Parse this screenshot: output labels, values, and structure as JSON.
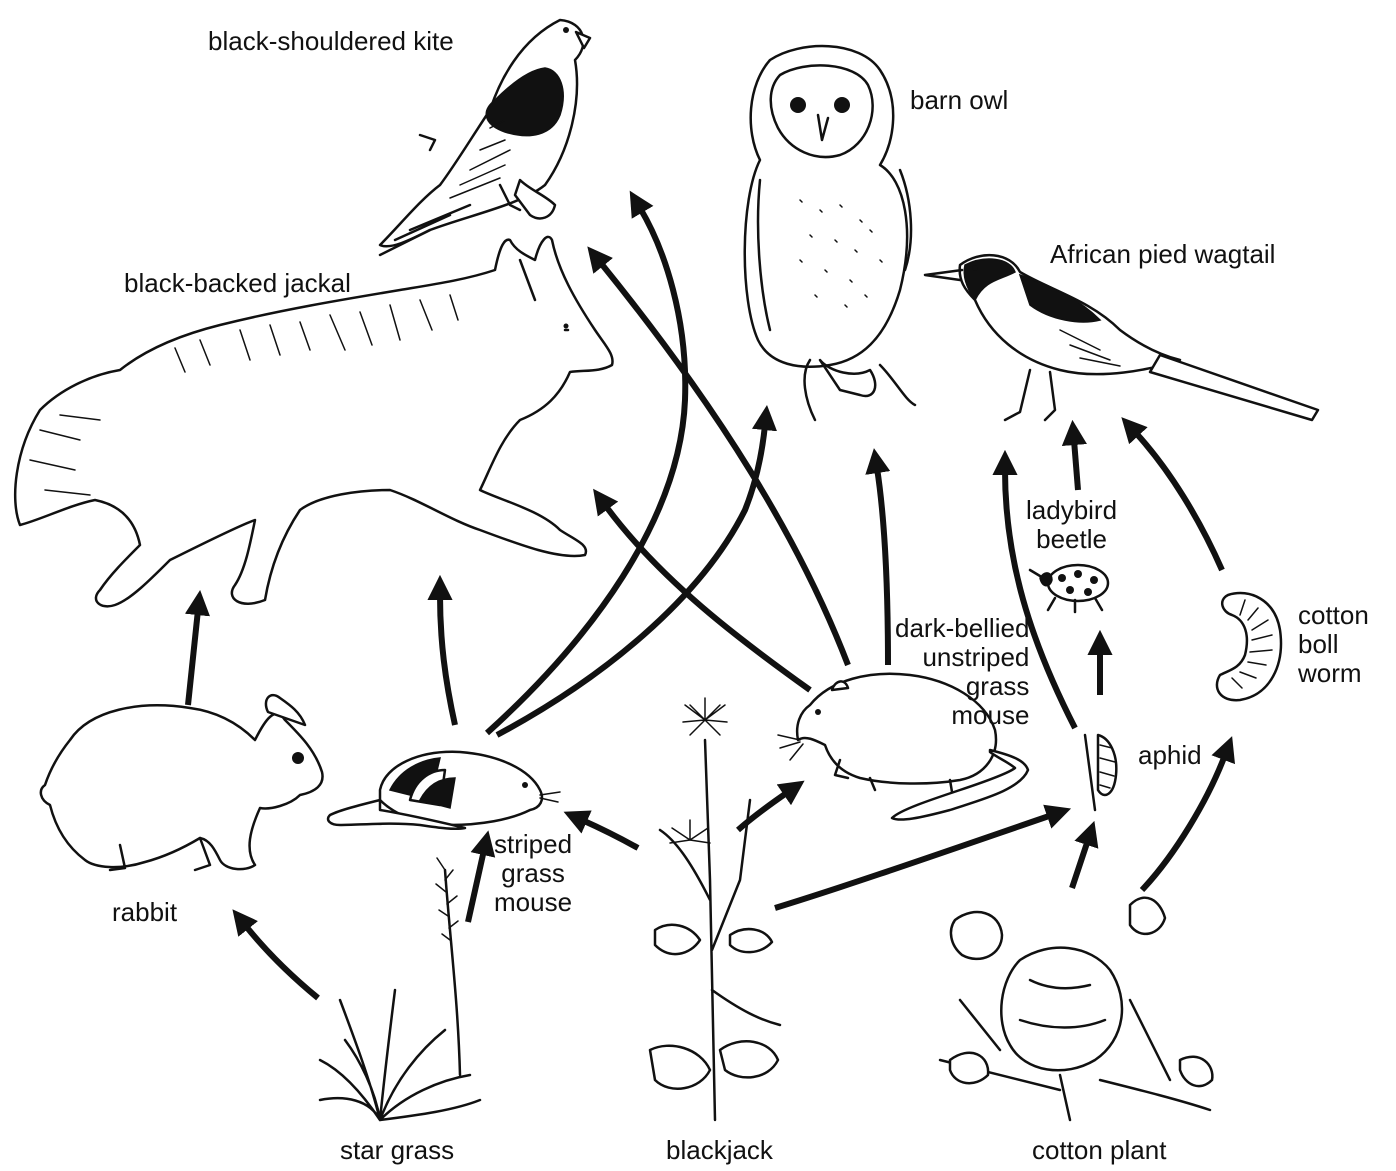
{
  "organisms": {
    "kite": "black-shouldered kite",
    "owl": "barn owl",
    "wagtail": "African pied wagtail",
    "jackal": "black-backed jackal",
    "ladybird": "ladybird\nbeetle",
    "cotton_boll_worm": "cotton\nboll\nworm",
    "dark_mouse": "dark-bellied\nunstriped\ngrass\nmouse",
    "aphid": "aphid",
    "rabbit": "rabbit",
    "striped_mouse": "striped\ngrass\nmouse",
    "star_grass": "star grass",
    "blackjack": "blackjack",
    "cotton_plant": "cotton plant"
  },
  "feeding_links": [
    {
      "from": "star grass",
      "to": "rabbit"
    },
    {
      "from": "star grass",
      "to": "striped grass mouse"
    },
    {
      "from": "blackjack",
      "to": "striped grass mouse"
    },
    {
      "from": "blackjack",
      "to": "dark-bellied unstriped grass mouse"
    },
    {
      "from": "blackjack",
      "to": "aphid"
    },
    {
      "from": "cotton plant",
      "to": "aphid"
    },
    {
      "from": "cotton plant",
      "to": "cotton boll worm"
    },
    {
      "from": "rabbit",
      "to": "black-backed jackal"
    },
    {
      "from": "striped grass mouse",
      "to": "black-backed jackal"
    },
    {
      "from": "striped grass mouse",
      "to": "black-shouldered kite"
    },
    {
      "from": "striped grass mouse",
      "to": "barn owl"
    },
    {
      "from": "dark-bellied unstriped grass mouse",
      "to": "black-backed jackal"
    },
    {
      "from": "dark-bellied unstriped grass mouse",
      "to": "black-shouldered kite"
    },
    {
      "from": "dark-bellied unstriped grass mouse",
      "to": "barn owl"
    },
    {
      "from": "aphid",
      "to": "ladybird beetle"
    },
    {
      "from": "aphid",
      "to": "African pied wagtail"
    },
    {
      "from": "ladybird beetle",
      "to": "African pied wagtail"
    },
    {
      "from": "cotton boll worm",
      "to": "African pied wagtail"
    }
  ]
}
